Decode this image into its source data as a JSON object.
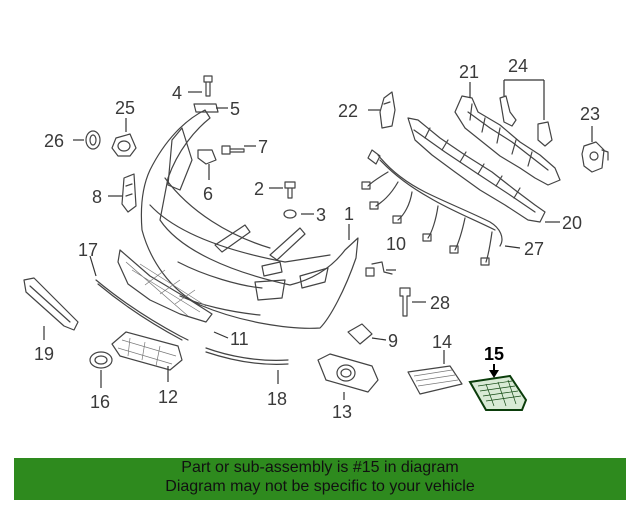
{
  "diagram": {
    "callouts": [
      {
        "id": "1",
        "label": "1"
      },
      {
        "id": "2",
        "label": "2"
      },
      {
        "id": "3",
        "label": "3"
      },
      {
        "id": "4",
        "label": "4"
      },
      {
        "id": "5",
        "label": "5"
      },
      {
        "id": "6",
        "label": "6"
      },
      {
        "id": "7",
        "label": "7"
      },
      {
        "id": "8",
        "label": "8"
      },
      {
        "id": "9",
        "label": "9"
      },
      {
        "id": "10",
        "label": "10"
      },
      {
        "id": "11",
        "label": "11"
      },
      {
        "id": "12",
        "label": "12"
      },
      {
        "id": "13",
        "label": "13"
      },
      {
        "id": "14",
        "label": "14"
      },
      {
        "id": "15",
        "label": "15"
      },
      {
        "id": "16",
        "label": "16"
      },
      {
        "id": "17",
        "label": "17"
      },
      {
        "id": "18",
        "label": "18"
      },
      {
        "id": "19",
        "label": "19"
      },
      {
        "id": "20",
        "label": "20"
      },
      {
        "id": "21",
        "label": "21"
      },
      {
        "id": "22",
        "label": "22"
      },
      {
        "id": "23",
        "label": "23"
      },
      {
        "id": "24",
        "label": "24"
      },
      {
        "id": "25",
        "label": "25"
      },
      {
        "id": "26",
        "label": "26"
      },
      {
        "id": "27",
        "label": "27"
      },
      {
        "id": "28",
        "label": "28"
      }
    ],
    "highlighted_part": "15",
    "highlight_color": "#2e8a1e"
  },
  "banner": {
    "line1": "Part or sub-assembly is #15 in diagram",
    "line2": "Diagram may not be specific to your vehicle",
    "background": "#2e8a1e"
  }
}
